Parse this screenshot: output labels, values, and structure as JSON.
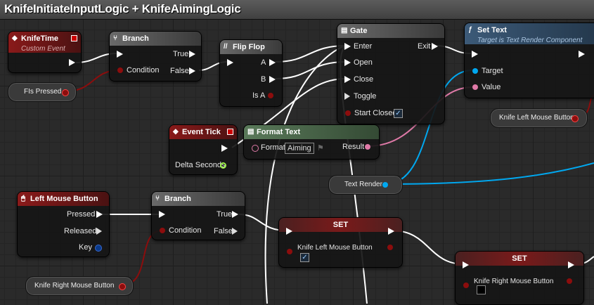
{
  "title": "KnifeInitiateInputLogic + KnifeAimingLogic",
  "nodes": {
    "knife_time": {
      "title": "KnifeTime",
      "subtitle": "Custom Event"
    },
    "branch1": {
      "title": "Branch",
      "true_label": "True",
      "false_label": "False",
      "condition_label": "Condition"
    },
    "flipflop": {
      "title": "Flip Flop",
      "a_label": "A",
      "b_label": "B",
      "isa_label": "Is A"
    },
    "gate": {
      "title": "Gate",
      "enter_label": "Enter",
      "exit_label": "Exit",
      "open_label": "Open",
      "close_label": "Close",
      "toggle_label": "Toggle",
      "start_closed_label": "Start Closed",
      "start_closed": true
    },
    "set_text": {
      "title": "Set Text",
      "subtitle": "Target is Text Render Component",
      "target_label": "Target",
      "value_label": "Value"
    },
    "event_tick": {
      "title": "Event Tick",
      "delta_label": "Delta Seconds"
    },
    "format_text": {
      "title": "Format Text",
      "format_label": "Format",
      "format_value": "Aiming",
      "result_label": "Result"
    },
    "lmb": {
      "title": "Left Mouse Button",
      "pressed_label": "Pressed",
      "released_label": "Released",
      "key_label": "Key"
    },
    "branch2": {
      "title": "Branch",
      "true_label": "True",
      "false_label": "False",
      "condition_label": "Condition"
    },
    "set1": {
      "title": "SET",
      "var_label": "Knife Left Mouse Button",
      "checked": true
    },
    "set2": {
      "title": "SET",
      "var_label": "Knife Right Mouse Button",
      "checked": false
    }
  },
  "variables": {
    "fis_pressed": "FIs Pressed",
    "knife_lmb": "Knife Left Mouse Button",
    "text_render": "Text Render",
    "knife_rmb": "Knife Right Mouse Button"
  },
  "colors": {
    "exec": "#ffffff",
    "bool": "#8c0d0d",
    "object": "#00a8f0",
    "text": "#e07aa8",
    "float": "#9cf04a",
    "struct": "#0a3a8a"
  }
}
